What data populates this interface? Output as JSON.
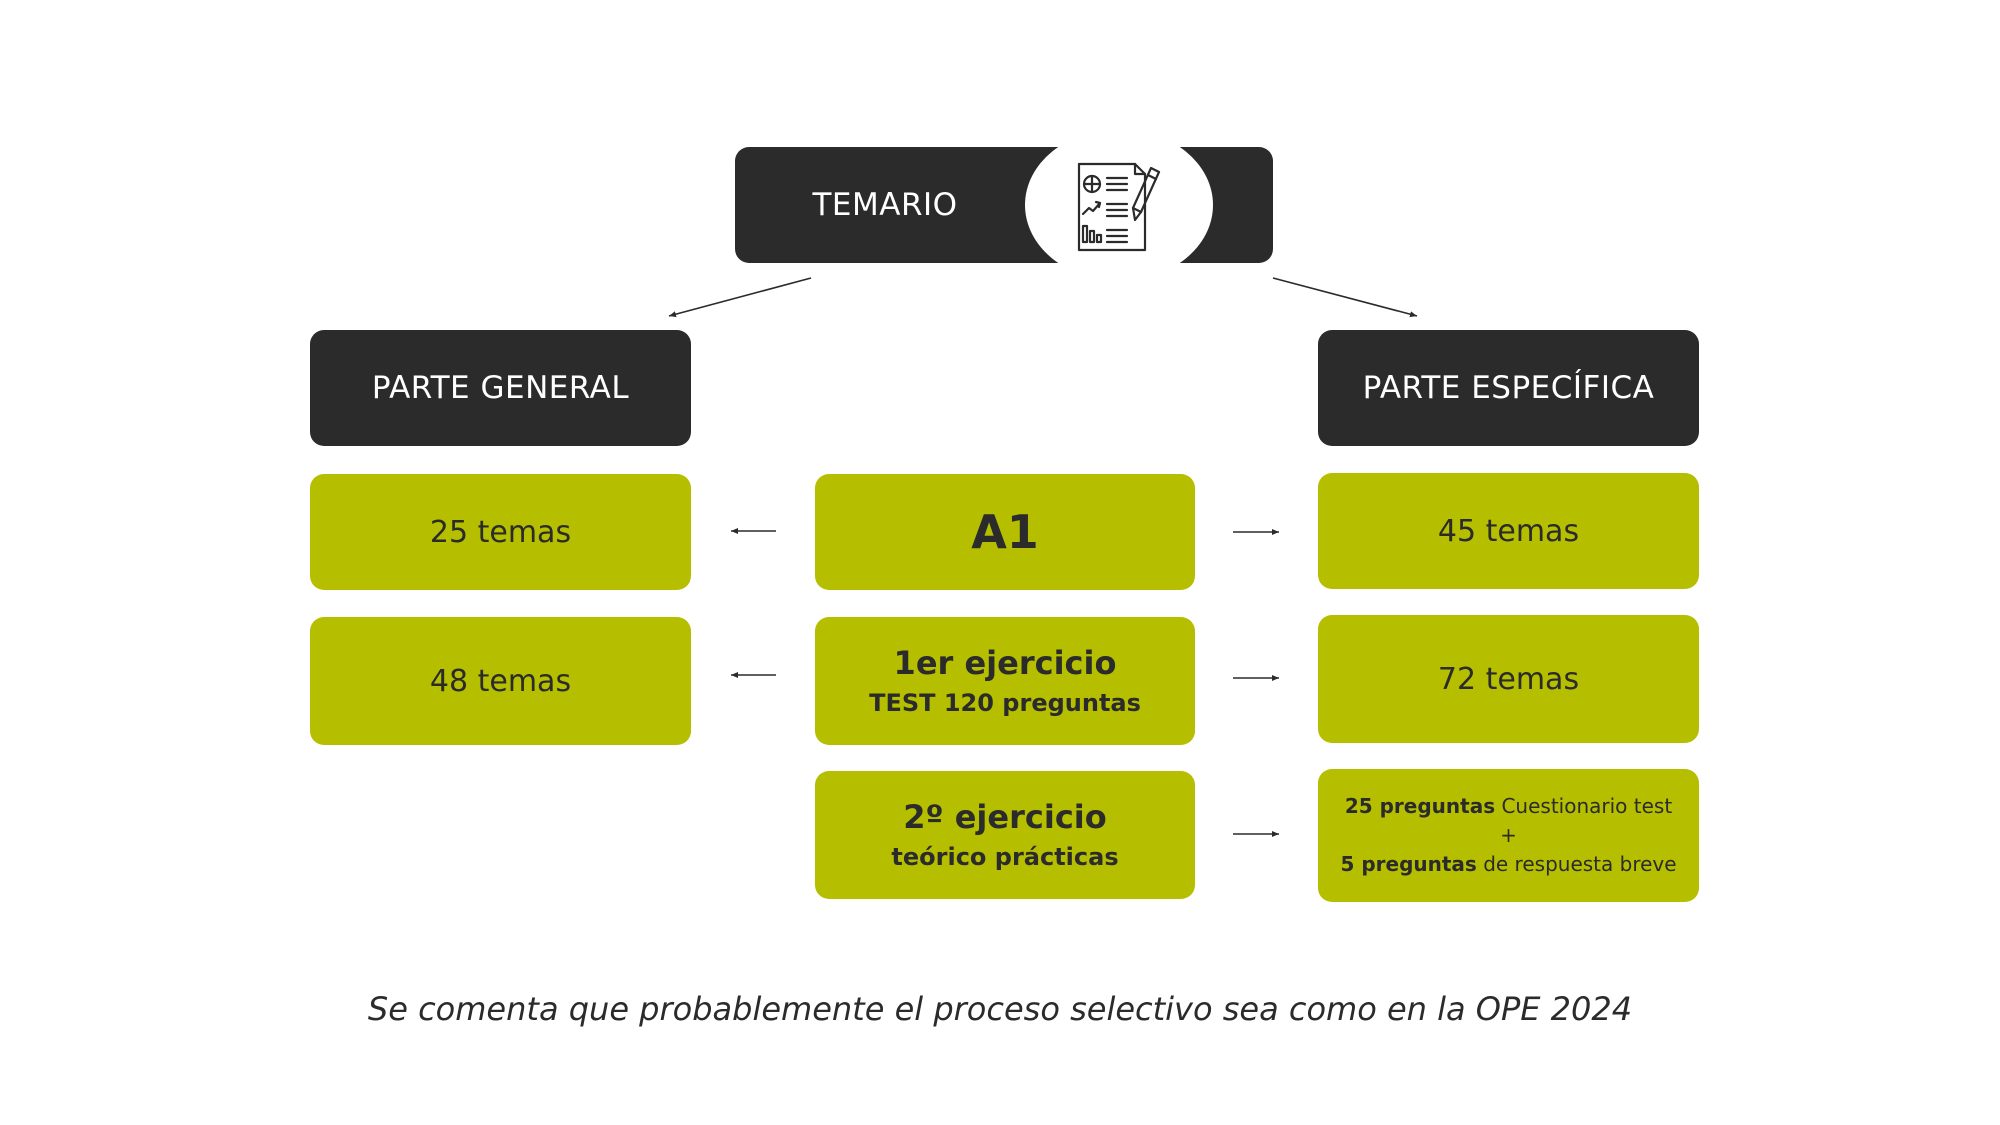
{
  "header": {
    "title": "TEMARIO",
    "icon": "document-report-pencil-icon"
  },
  "left_column": {
    "title": "PARTE GENERAL",
    "a1_temas": "25 temas",
    "ej1_temas": "48 temas"
  },
  "center_column": {
    "a1": "A1",
    "ej1_title": "1er ejercicio",
    "ej1_sub": "TEST 120 preguntas",
    "ej2_title": "2º ejercicio",
    "ej2_sub": "teórico prácticas"
  },
  "right_column": {
    "title": "PARTE ESPECÍFICA",
    "a1_temas": "45 temas",
    "ej1_temas": "72 temas",
    "ej2_line1_bold": "25 preguntas",
    "ej2_line1_rest": " Cuestionario test",
    "ej2_plus": "+",
    "ej2_line2_bold": "5 preguntas",
    "ej2_line2_rest": " de respuesta breve"
  },
  "footer": "Se comenta que probablemente el proceso selectivo sea como en la OPE 2024",
  "colors": {
    "dark": "#2b2b2b",
    "green": "#b5bf00",
    "background": "#ffffff"
  }
}
